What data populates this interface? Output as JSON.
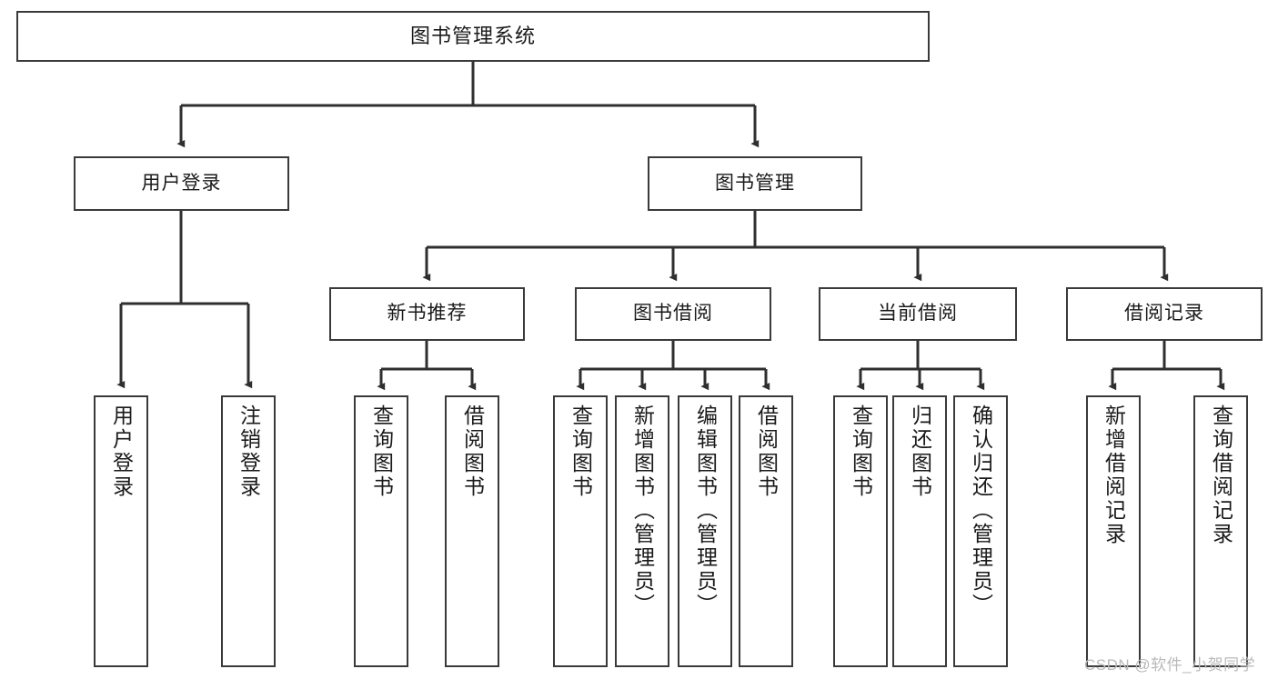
{
  "diagram": {
    "title_node": {
      "label": "图书管理系统"
    },
    "level2": [
      {
        "label": "用户登录"
      },
      {
        "label": "图书管理"
      }
    ],
    "level3": [
      {
        "label": "新书推荐"
      },
      {
        "label": "图书借阅"
      },
      {
        "label": "当前借阅"
      },
      {
        "label": "借阅记录"
      }
    ],
    "leaves": {
      "user_login": [
        {
          "label": "用户登录"
        },
        {
          "label": "注销登录"
        }
      ],
      "new_book_recommend": [
        {
          "label": "查询图书"
        },
        {
          "label": "借阅图书"
        }
      ],
      "book_borrow": [
        {
          "label": "查询图书"
        },
        {
          "label": "新增图书（管理员）"
        },
        {
          "label": "编辑图书（管理员）"
        },
        {
          "label": "借阅图书"
        }
      ],
      "current_borrow": [
        {
          "label": "查询图书"
        },
        {
          "label": "归还图书"
        },
        {
          "label": "确认归还（管理员）"
        }
      ],
      "borrow_record": [
        {
          "label": "新增借阅记录"
        },
        {
          "label": "查询借阅记录"
        }
      ]
    }
  },
  "watermark": {
    "text": "CSDN @软件_小贺同学"
  },
  "colors": {
    "stroke": "#3a3a3a",
    "fill": "#ffffff",
    "text": "#1a1a1a",
    "watermark": "#b9b9b9"
  }
}
